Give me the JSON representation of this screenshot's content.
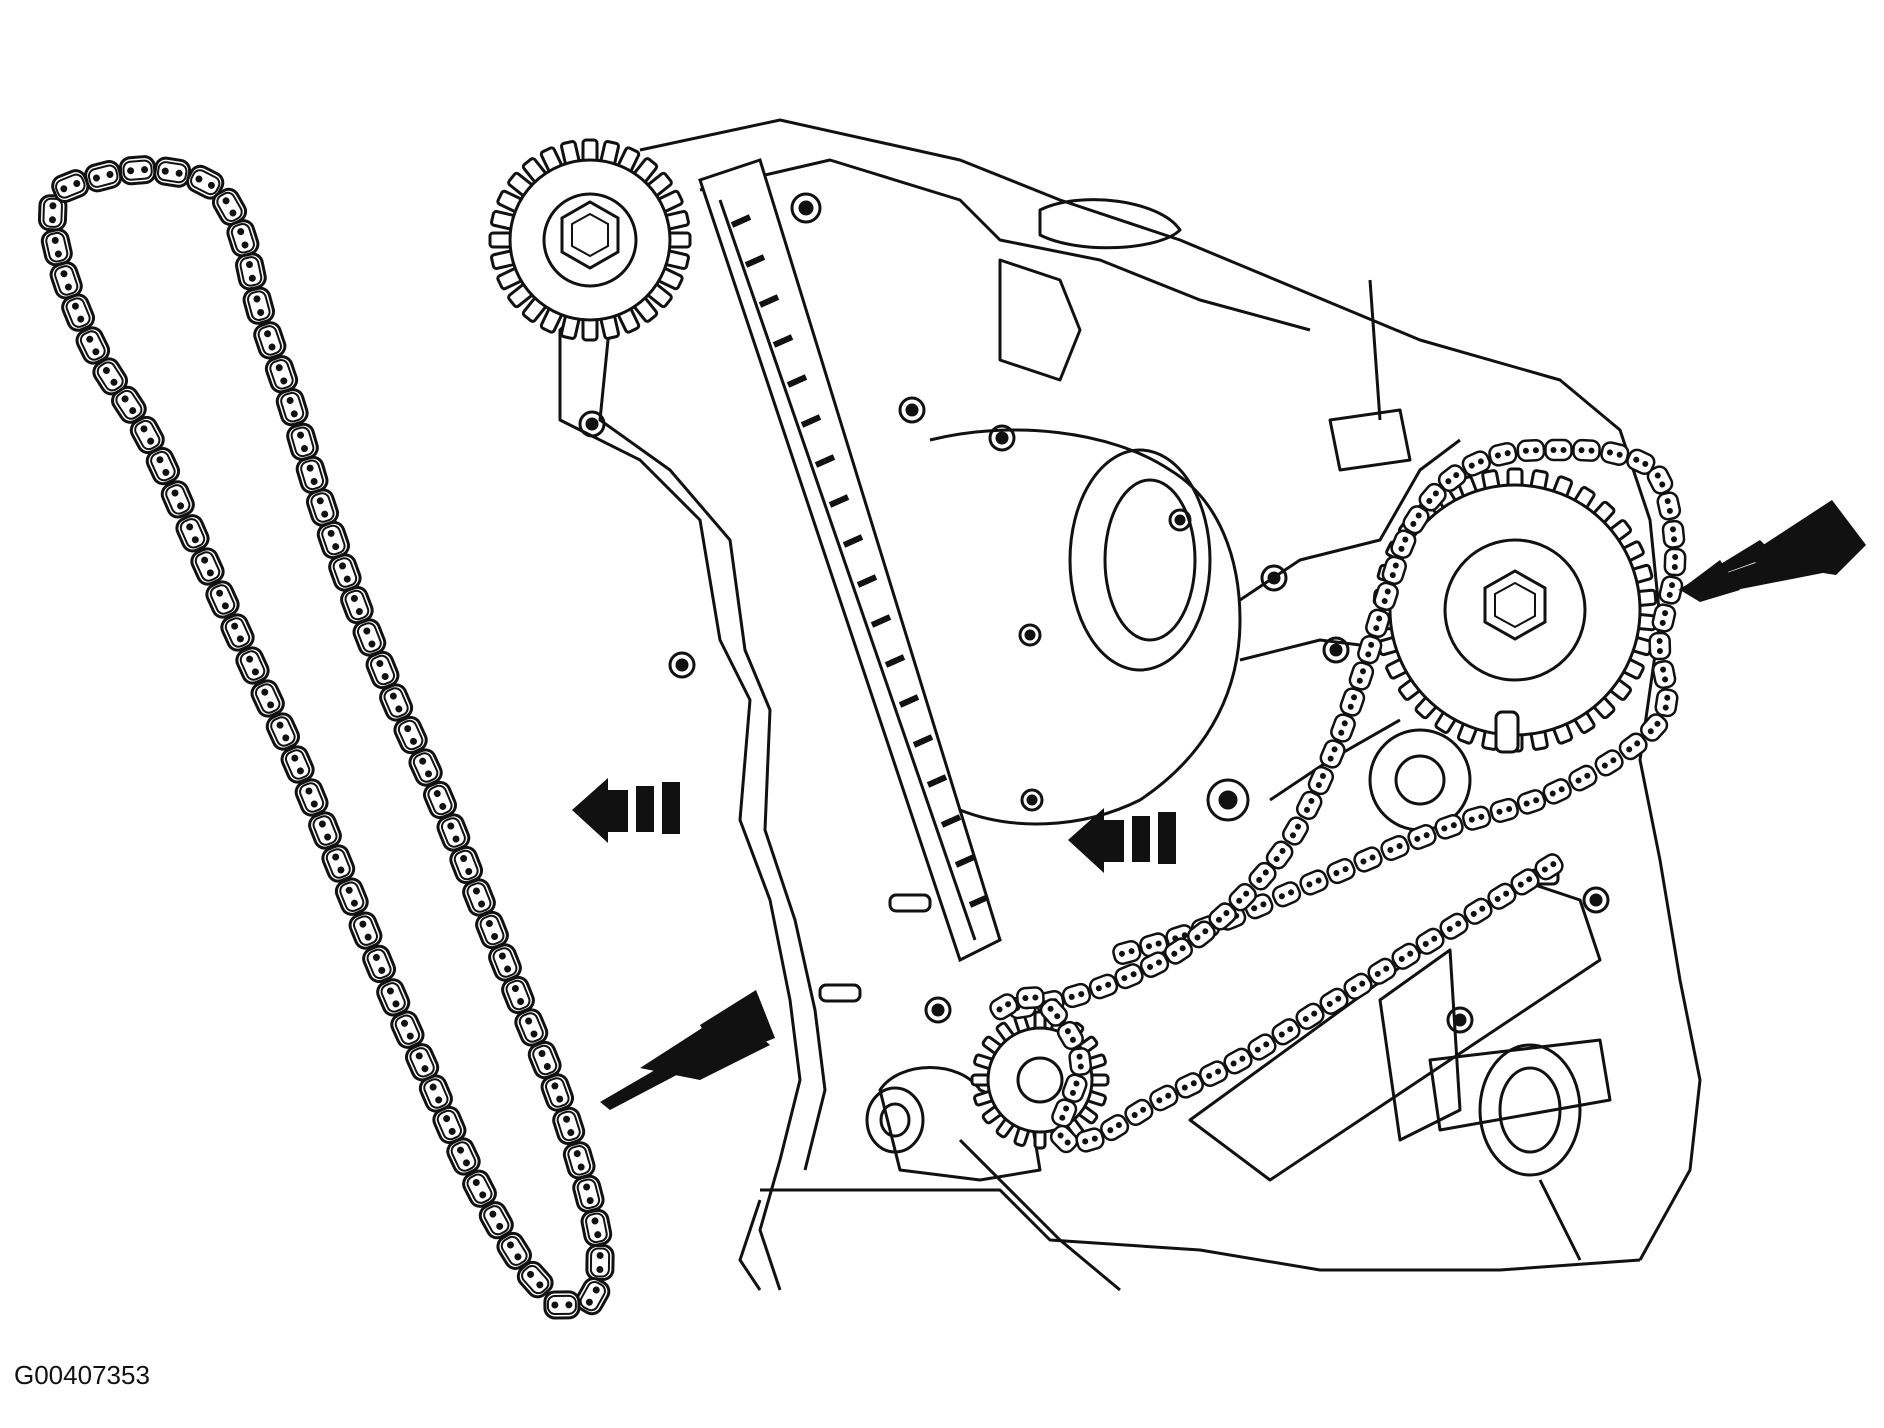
{
  "figure": {
    "id_label": "G00407353",
    "stroke_color": "#111111",
    "background": "#ffffff"
  },
  "parts": {
    "removed_chain": "timing-chain",
    "upper_sprocket": "camshaft-sprocket-left",
    "right_sprocket": "camshaft-sprocket-right",
    "crank_sprocket": "crankshaft-sprocket",
    "guides": [
      "chain-guide-left",
      "chain-guide-lower-right"
    ]
  },
  "callouts": {
    "solid_arrows": [
      "arrow-right-sprocket",
      "arrow-removed-chain"
    ],
    "removal_arrows": [
      "removal-arrow-left",
      "removal-arrow-center"
    ]
  }
}
